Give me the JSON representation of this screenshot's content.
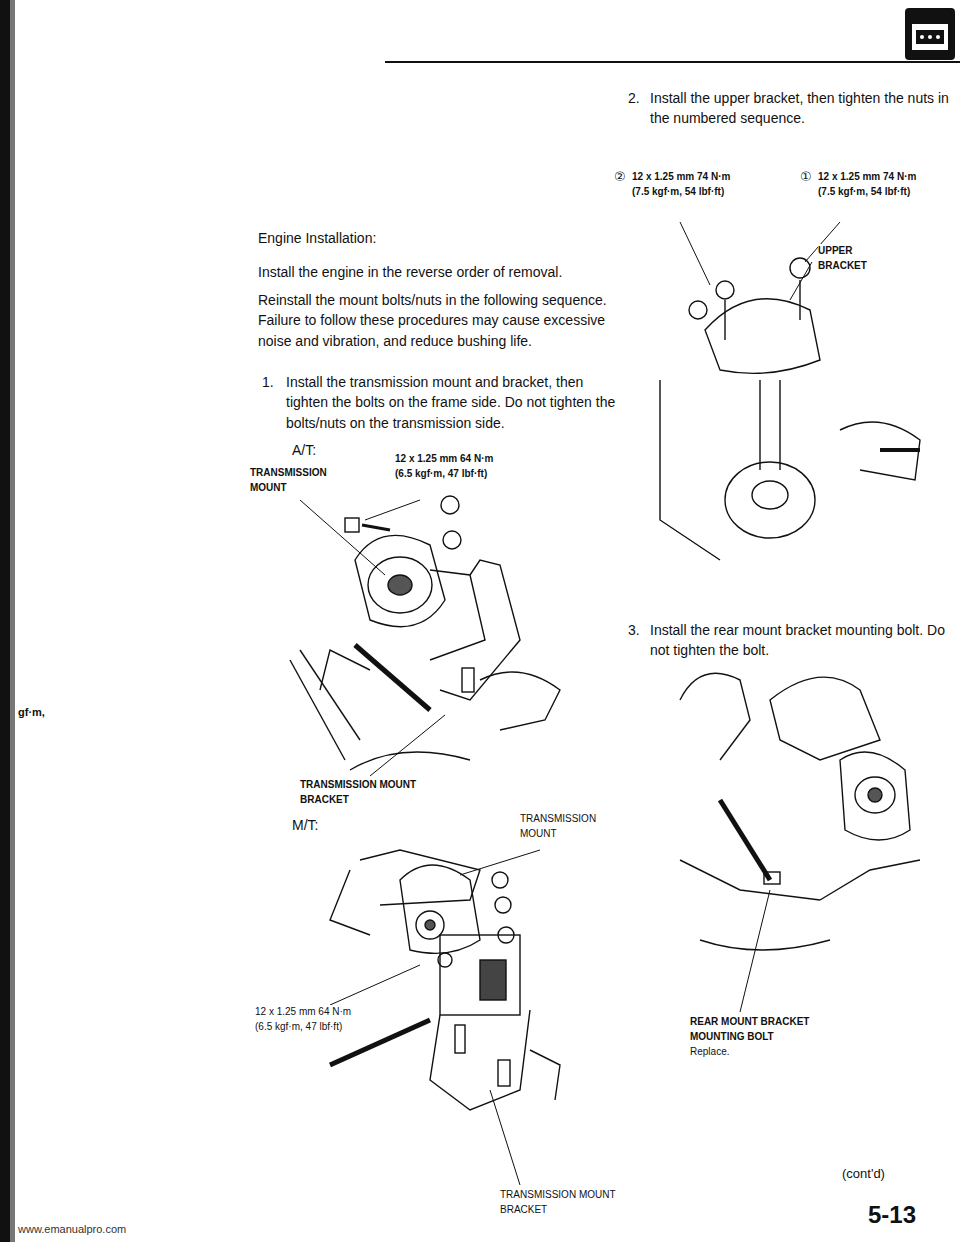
{
  "diagram": {
    "title": "Engine Installation:",
    "labels": [
      "Install the engine in the reverse order of removal.",
      "Reinstall the mount bolts/nuts in the following sequence. Failure to follow these procedures may cause excessive noise and vibration, and reduce bushing life.",
      "1.",
      "Install the transmission mount and bracket, then tighten the bolts on the frame side. Do not tighten the bolts/nuts on the transmission side.",
      "A/T:",
      "TRANSMISSION MOUNT",
      "12 x 1.25 mm 64 N·m (6.5 kgf·m, 47 lbf·ft)",
      "TRANSMISSION MOUNT BRACKET",
      "M/T:",
      "TRANSMISSION MOUNT",
      "12 x 1.25 mm 64 N·m (6.5 kgf·m, 47 lbf·ft)",
      "TRANSMISSION MOUNT BRACKET",
      "2.",
      "Install the upper bracket, then tighten the nuts in the numbered sequence.",
      "②",
      "12 x 1.25 mm 74 N·m (7.5 kgf·m, 54 lbf·ft)",
      "①",
      "12 x 1.25 mm 74 N·m (7.5 kgf·m, 54 lbf·ft)",
      "UPPER BRACKET",
      "3.",
      "Install the rear mount bracket mounting bolt. Do not tighten the bolt.",
      "REAR MOUNT BRACKET MOUNTING BOLT",
      "Replace.",
      "(cont'd)",
      "5-13",
      "gf·m,",
      "www.emanualpro.com"
    ]
  }
}
